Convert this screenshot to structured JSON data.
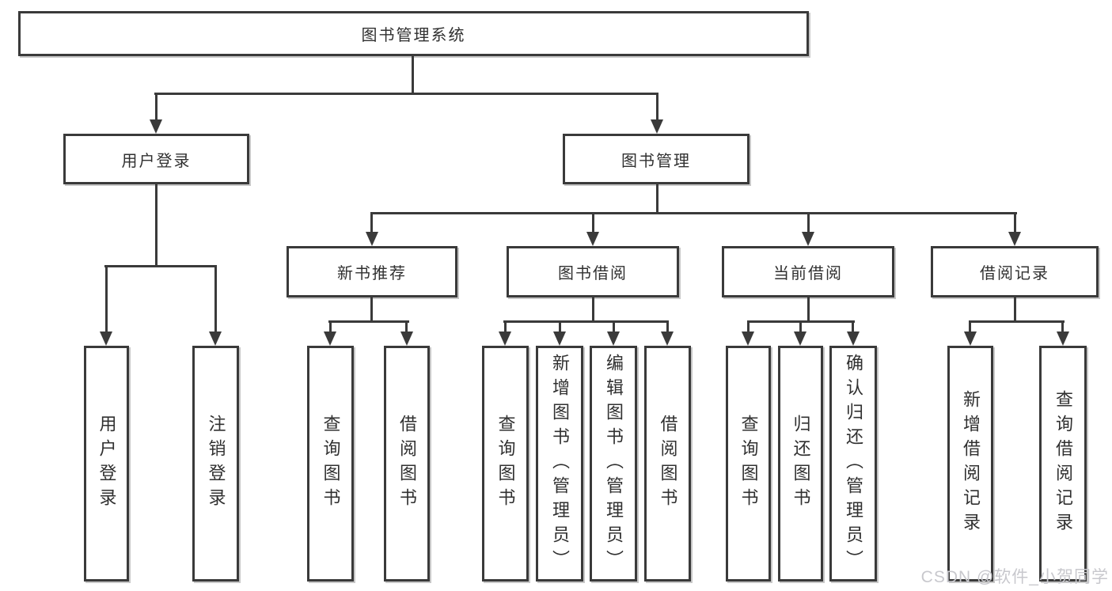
{
  "tree": {
    "label": "图书管理系统",
    "children": [
      {
        "label": "用户登录",
        "children": [
          {
            "label": "用户登录"
          },
          {
            "label": "注销登录"
          }
        ]
      },
      {
        "label": "图书管理",
        "children": [
          {
            "label": "新书推荐",
            "children": [
              {
                "label": "查询图书"
              },
              {
                "label": "借阅图书"
              }
            ]
          },
          {
            "label": "图书借阅",
            "children": [
              {
                "label": "查询图书"
              },
              {
                "label": "新增图书（管理员）"
              },
              {
                "label": "编辑图书（管理员）"
              },
              {
                "label": "借阅图书"
              }
            ]
          },
          {
            "label": "当前借阅",
            "children": [
              {
                "label": "查询图书"
              },
              {
                "label": "归还图书"
              },
              {
                "label": "确认归还（管理员）"
              }
            ]
          },
          {
            "label": "借阅记录",
            "children": [
              {
                "label": "新增借阅记录"
              },
              {
                "label": "查询借阅记录"
              }
            ]
          }
        ]
      }
    ]
  },
  "watermark": {
    "text": "CSDN @软件_小贺同学"
  },
  "colors": {
    "line": "#3a3a3a",
    "text": "#303030",
    "watermark": "#c8c8cd",
    "background": "#ffffff"
  }
}
